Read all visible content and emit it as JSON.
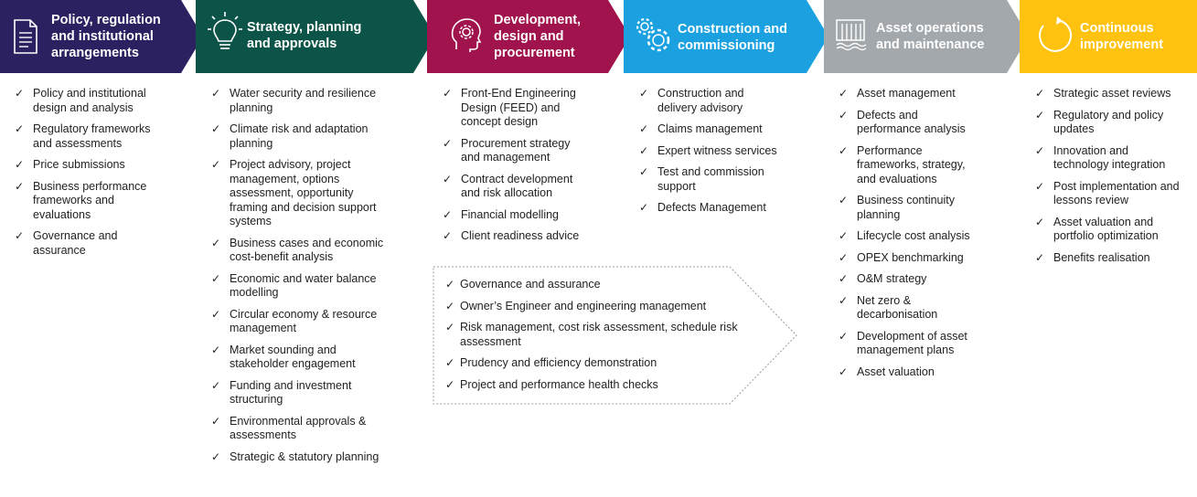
{
  "stages": [
    {
      "id": "policy",
      "title": "Policy, regulation\nand institutional\narrangements",
      "color": "#2b2060",
      "icon": "document-icon",
      "items": [
        "Policy and institutional\ndesign and analysis",
        "Regulatory frameworks\nand assessments",
        "Price submissions",
        "Business performance\nframeworks and\nevaluations",
        "Governance and\nassurance"
      ]
    },
    {
      "id": "strategy",
      "title": "Strategy, planning\nand approvals",
      "color": "#0c5448",
      "icon": "lightbulb-icon",
      "items": [
        "Water security and resilience\nplanning",
        "Climate risk and adaptation\nplanning",
        "Project advisory, project\nmanagement, options\nassessment, opportunity\nframing and decision support\nsystems",
        "Business cases and economic\ncost-benefit analysis",
        "Economic and water balance\nmodelling",
        "Circular economy & resource\nmanagement",
        "Market sounding and\nstakeholder engagement",
        "Funding and investment\nstructuring",
        "Environmental approvals &\nassessments",
        "Strategic & statutory planning"
      ]
    },
    {
      "id": "development",
      "title": "Development,\ndesign and\nprocurement",
      "color": "#a0134c",
      "icon": "head-gear-icon",
      "items": [
        "Front-End Engineering\nDesign (FEED) and\nconcept design",
        "Procurement strategy\nand management",
        "Contract development\nand risk allocation",
        "Financial modelling",
        "Client readiness advice"
      ]
    },
    {
      "id": "construction",
      "title": "Construction and\ncommissioning",
      "color": "#1ba0e0",
      "icon": "gears-icon",
      "items": [
        "Construction and\ndelivery advisory",
        "Claims management",
        "Expert witness services",
        "Test and commission\nsupport",
        "Defects Management"
      ]
    },
    {
      "id": "operations",
      "title": "Asset operations\nand maintenance",
      "color": "#a3a8ad",
      "icon": "water-plant-icon",
      "items": [
        "Asset management",
        "Defects and\nperformance analysis",
        "Performance\nframeworks, strategy,\nand evaluations",
        "Business continuity\nplanning",
        "Lifecycle cost analysis",
        "OPEX benchmarking",
        "O&M strategy",
        "Net zero &\ndecarbonisation",
        "Development of asset\nmanagement plans",
        "Asset valuation"
      ]
    },
    {
      "id": "improvement",
      "title": "Continuous\nimprovement",
      "color": "#ffc20e",
      "icon": "cycle-arrow-icon",
      "items": [
        "Strategic asset reviews",
        "Regulatory and policy\nupdates",
        "Innovation and\ntechnology integration",
        "Post implementation and\nlessons review",
        "Asset valuation and\nportfolio optimization",
        "Benefits realisation"
      ]
    }
  ],
  "cross_cutting": {
    "items": [
      "Governance and assurance",
      "Owner’s Engineer and engineering management",
      "Risk management, cost risk assessment, schedule risk\nassessment",
      "Prudency and efficiency demonstration",
      "Project and performance health checks"
    ]
  },
  "tick_glyph": "✓"
}
